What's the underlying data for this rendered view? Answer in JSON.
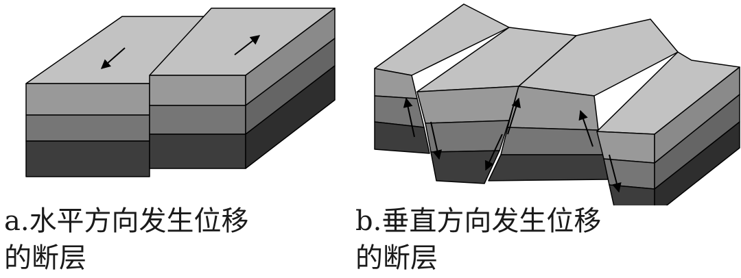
{
  "colors": {
    "top_face": "#c2c2c2",
    "upper_layer": "#999999",
    "middle_layer": "#767676",
    "bottom_layer": "#3d3d3d",
    "outline": "#000000"
  },
  "diagram_a": {
    "caption_line1": "a.水平方向发生位移",
    "caption_line2": "的断层",
    "arrows": [
      "left-down",
      "right-up"
    ]
  },
  "diagram_b": {
    "caption_line1": "b.垂直方向发生位移",
    "caption_line2": "的断层",
    "arrows": [
      "up",
      "down",
      "down",
      "up",
      "up",
      "down"
    ]
  }
}
